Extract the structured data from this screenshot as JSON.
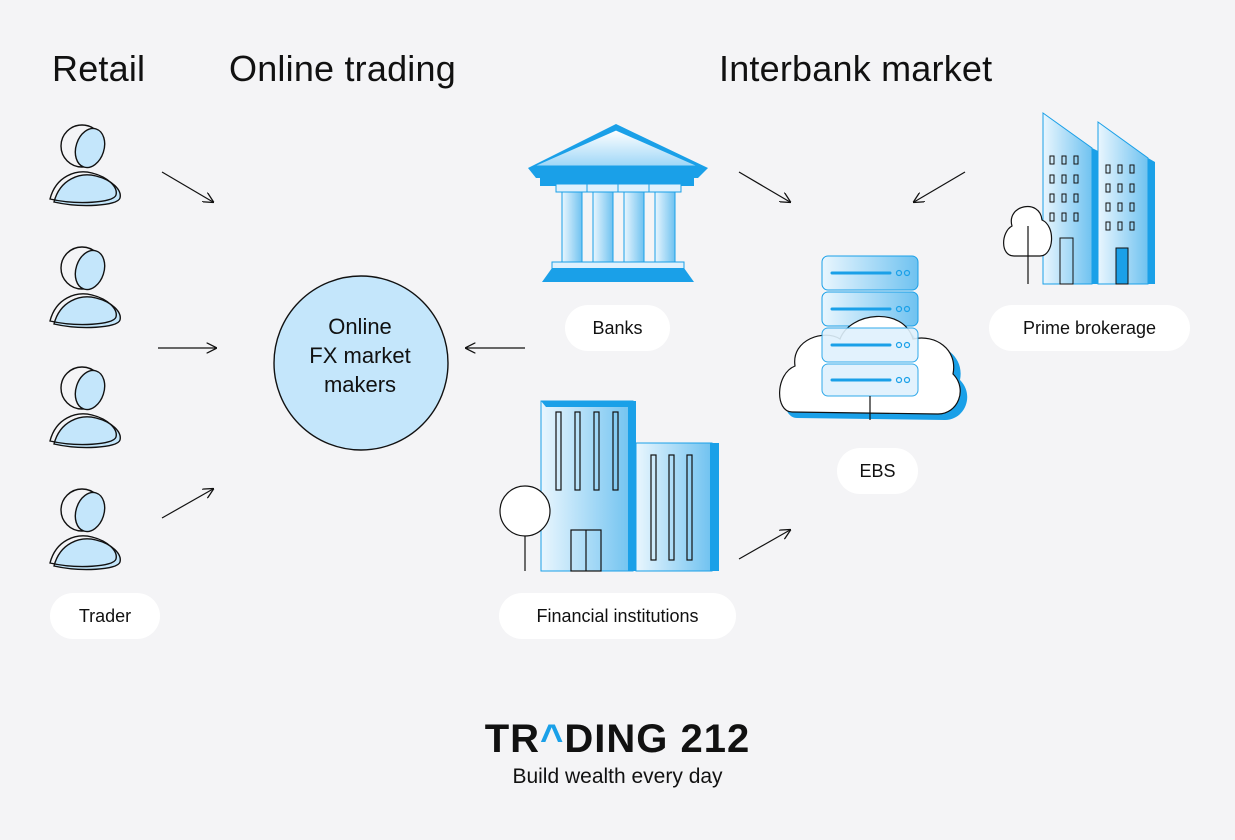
{
  "headings": {
    "retail": "Retail",
    "online_trading": "Online trading",
    "interbank_market": "Interbank market"
  },
  "labels": {
    "trader": "Trader",
    "market_makers_lines": [
      "Online",
      "FX market",
      "makers"
    ],
    "banks": "Banks",
    "financial_institutions": "Financial institutions",
    "ebs": "EBS",
    "prime_brokerage": "Prime brokerage"
  },
  "brand": {
    "logo_pre": "TR",
    "logo_caret": "^",
    "logo_post": "DING 212",
    "tagline": "Build wealth every day"
  },
  "colors": {
    "accent_blue": "#1aa0e8",
    "light_blue": "#c4e6fb",
    "background": "#f4f4f6"
  },
  "icons": [
    "trader-icon",
    "bank-icon",
    "financial-institution-icon",
    "ebs-server-cloud-icon",
    "prime-brokerage-icon"
  ]
}
